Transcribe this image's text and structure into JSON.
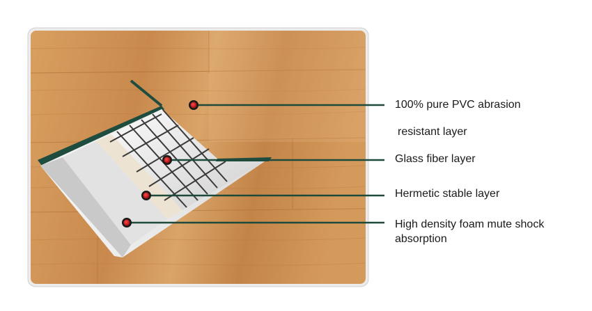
{
  "layers": [
    {
      "id": "pvc",
      "label": "100% pure PVC abrasion",
      "label2": "resistant layer"
    },
    {
      "id": "glass",
      "label": "Glass fiber layer"
    },
    {
      "id": "hermetic",
      "label": "Hermetic stable layer"
    },
    {
      "id": "foam",
      "label": "High density foam mute shock",
      "label2": "absorption"
    }
  ],
  "colors": {
    "wood_light": "#d9a064",
    "wood_mid": "#c88a4e",
    "wood_dark": "#b57438",
    "frame_border": "#e4e4e4",
    "leader_line": "#1d4a3a",
    "marker_fill": "#c0161b"
  }
}
